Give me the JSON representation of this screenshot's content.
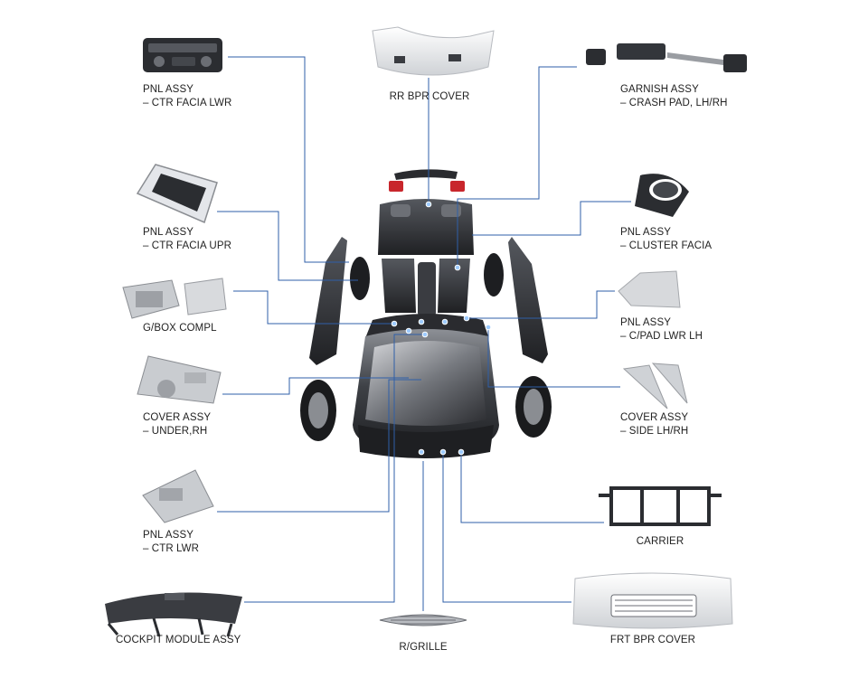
{
  "colors": {
    "connector": "#2f5fa8",
    "dot": "#9ecbff",
    "part_dark": "#2b2d31",
    "part_light": "#e9ebee",
    "car_body": "#5a5d63"
  },
  "parts": [
    {
      "id": "pnl-ctr-facia-lwr",
      "line1": "PNL ASSY",
      "line2": "– CTR FACIA LWR",
      "icon": "center-facia-lower-icon"
    },
    {
      "id": "rr-bpr-cover",
      "line1": "RR BPR COVER",
      "line2": "",
      "icon": "rear-bumper-cover-icon"
    },
    {
      "id": "garnish-crash-pad",
      "line1": "GARNISH ASSY",
      "line2": "– CRASH PAD, LH/RH",
      "icon": "crash-pad-garnish-icon"
    },
    {
      "id": "pnl-ctr-facia-upr",
      "line1": "PNL ASSY",
      "line2": "– CTR FACIA UPR",
      "icon": "center-facia-upper-icon"
    },
    {
      "id": "pnl-cluster-facia",
      "line1": "PNL ASSY",
      "line2": "– CLUSTER FACIA",
      "icon": "cluster-facia-icon"
    },
    {
      "id": "g-box-compl",
      "line1": "G/BOX COMPL",
      "line2": "",
      "icon": "glove-box-icon"
    },
    {
      "id": "pnl-c-pad-lwr-lh",
      "line1": "PNL ASSY",
      "line2": "– C/PAD LWR LH",
      "icon": "crash-pad-lower-icon"
    },
    {
      "id": "cover-under-rh",
      "line1": "COVER ASSY",
      "line2": "– UNDER,RH",
      "icon": "under-cover-icon"
    },
    {
      "id": "cover-side-lh-rh",
      "line1": "COVER ASSY",
      "line2": "– SIDE LH/RH",
      "icon": "side-cover-icon"
    },
    {
      "id": "pnl-ctr-lwr",
      "line1": "PNL ASSY",
      "line2": "– CTR LWR",
      "icon": "center-lower-panel-icon"
    },
    {
      "id": "carrier",
      "line1": "CARRIER",
      "line2": "",
      "icon": "front-carrier-icon"
    },
    {
      "id": "cockpit-module",
      "line1": "COCKPIT MODULE ASSY",
      "line2": "",
      "icon": "cockpit-module-icon"
    },
    {
      "id": "r-grille",
      "line1": "R/GRILLE",
      "line2": "",
      "icon": "radiator-grille-icon"
    },
    {
      "id": "frt-bpr-cover",
      "line1": "FRT BPR COVER",
      "line2": "",
      "icon": "front-bumper-cover-icon"
    }
  ]
}
